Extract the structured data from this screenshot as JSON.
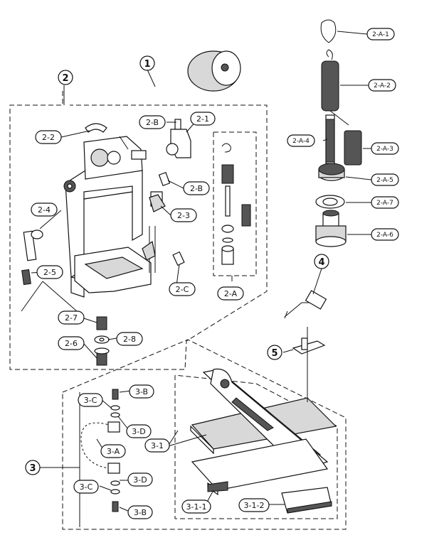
{
  "labels": {
    "n1": "1",
    "n2": "2",
    "n3": "3",
    "n4": "4",
    "n5": "5",
    "l2_1": "2-1",
    "l2_2": "2-2",
    "l2_3": "2-3",
    "l2_4": "2-4",
    "l2_5": "2-5",
    "l2_6": "2-6",
    "l2_7": "2-7",
    "l2_8": "2-8",
    "l2_A": "2-A",
    "l2_B_top": "2-B",
    "l2_B_mid": "2-B",
    "l2_C": "2-C",
    "l2_A_1": "2-A-1",
    "l2_A_2": "2-A-2",
    "l2_A_3": "2-A-3",
    "l2_A_4": "2-A-4",
    "l2_A_5": "2-A-5",
    "l2_A_6": "2-A-6",
    "l2_A_7": "2-A-7",
    "l3_1": "3-1",
    "l3_1_1": "3-1-1",
    "l3_1_2": "3-1-2",
    "l3_A": "3-A",
    "l3_B_top": "3-B",
    "l3_B_bot": "3-B",
    "l3_C_top": "3-C",
    "l3_C_bot": "3-C",
    "l3_D_top": "3-D",
    "l3_D_bot": "3-D"
  },
  "colors": {
    "line": "#111111",
    "part_fill": "#ffffff",
    "shade": "#d8d8d8",
    "dark": "#555555"
  }
}
